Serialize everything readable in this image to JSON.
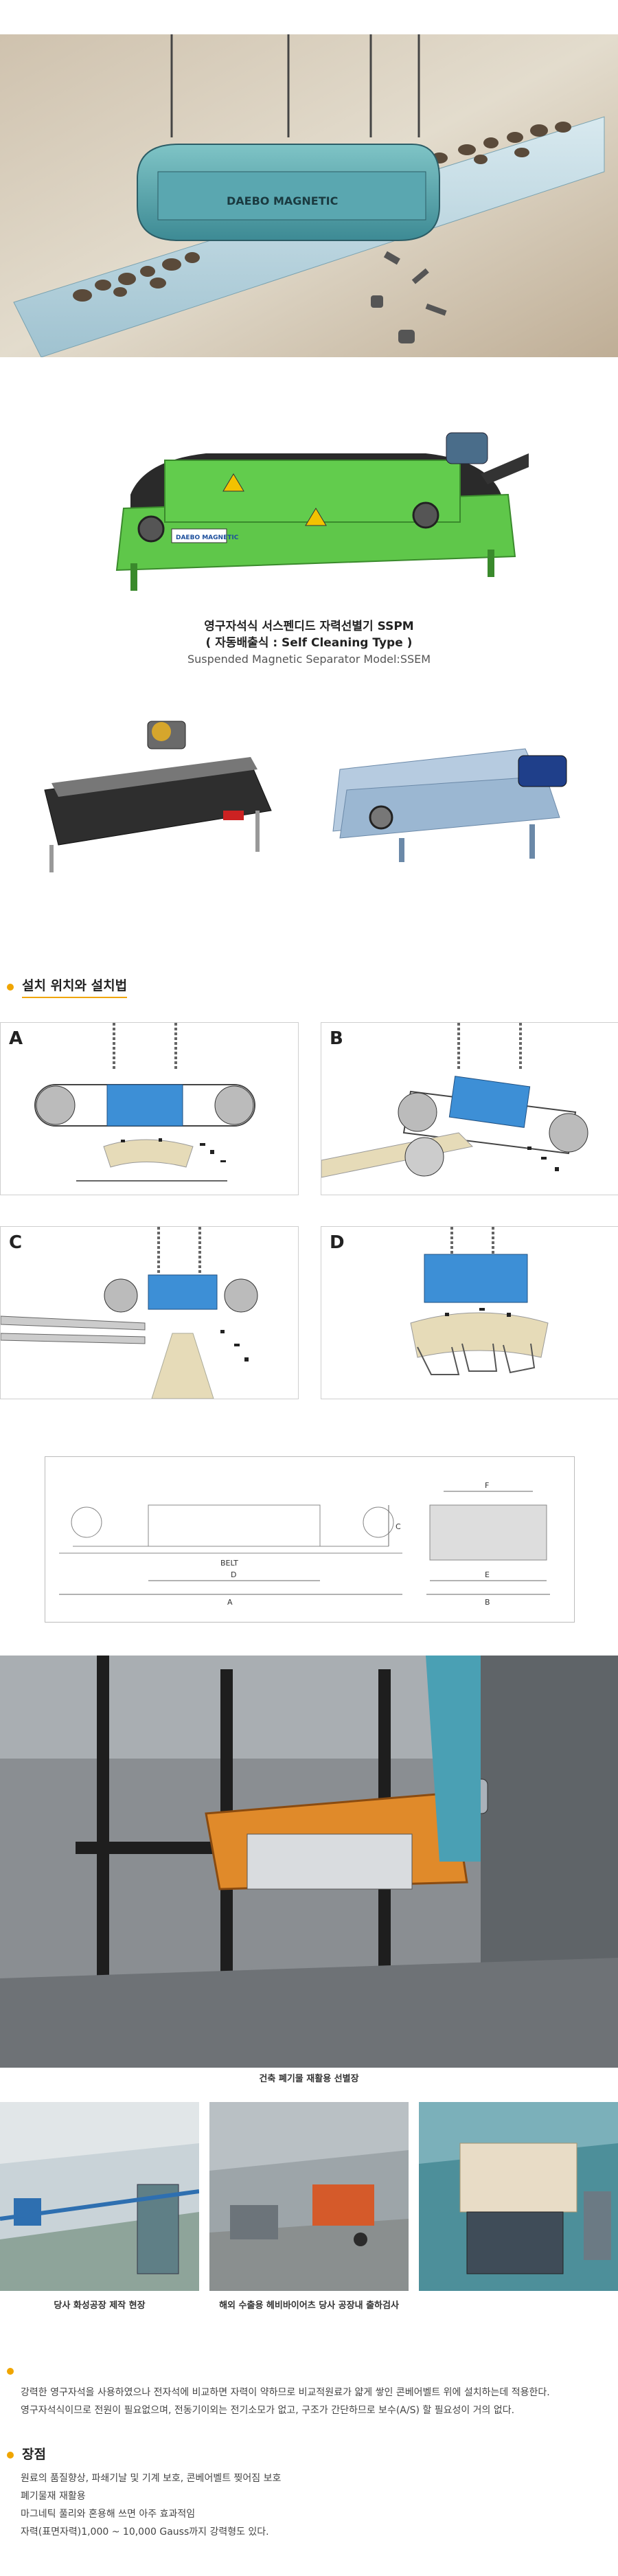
{
  "hero": {
    "magnet_label": "DAEBO MAGNETIC"
  },
  "product": {
    "title": "영구자석식 서스펜디드 자력선별기 SSPM",
    "subtitle": "( 자동배출식 : Self Cleaning Type )",
    "model": "Suspended Magnetic Separator Model:SSEM",
    "nameplate": "DAEBO MAGNETIC"
  },
  "install": {
    "title": "설치 위치와 설치법",
    "panels": [
      {
        "letter": "A"
      },
      {
        "letter": "B"
      },
      {
        "letter": "C"
      },
      {
        "letter": "D"
      }
    ]
  },
  "dimensions": {
    "labels": {
      "F": "F",
      "C": "C",
      "belt": "BELT",
      "D": "D",
      "A": "A",
      "E": "E",
      "B": "B"
    }
  },
  "photos": {
    "main_caption": "건축 폐기물 재활용 선별장",
    "overlay_text": "",
    "small": [
      {
        "caption": "당사 화성공장 제작 현장"
      },
      {
        "caption": "해외 수출용 헤비바이어츠 당사 공장내 출하검사"
      }
    ]
  },
  "description": {
    "lines": [
      "강력한 영구자석을 사용하였으나 전자석에 비교하면 자력이 약하므로 비교적원료가 얇게 쌓인 콘베어벨트 위에 설치하는데 적용한다.",
      "영구자석식이므로 전원이 필요없으며, 전동기이외는 전기소모가 없고, 구조가 간단하므로 보수(A/S) 할 필요성이 거의 없다."
    ]
  },
  "merits": {
    "title": "장점",
    "items": [
      "원료의 품질향상, 파쇄기날 및 기계 보호, 콘베어벨트 찢어짐 보호",
      "폐기물재 재활용",
      "마그네틱 풀리와 혼용해 쓰면 아주 효과적임",
      "자력(표면자력)1,000 ~ 10,000 Gauss까지 강력형도 있다."
    ]
  },
  "colors": {
    "accent": "#f0a500",
    "magnet_blue": "#3d8fd6",
    "frame_green": "#5fc74a"
  }
}
